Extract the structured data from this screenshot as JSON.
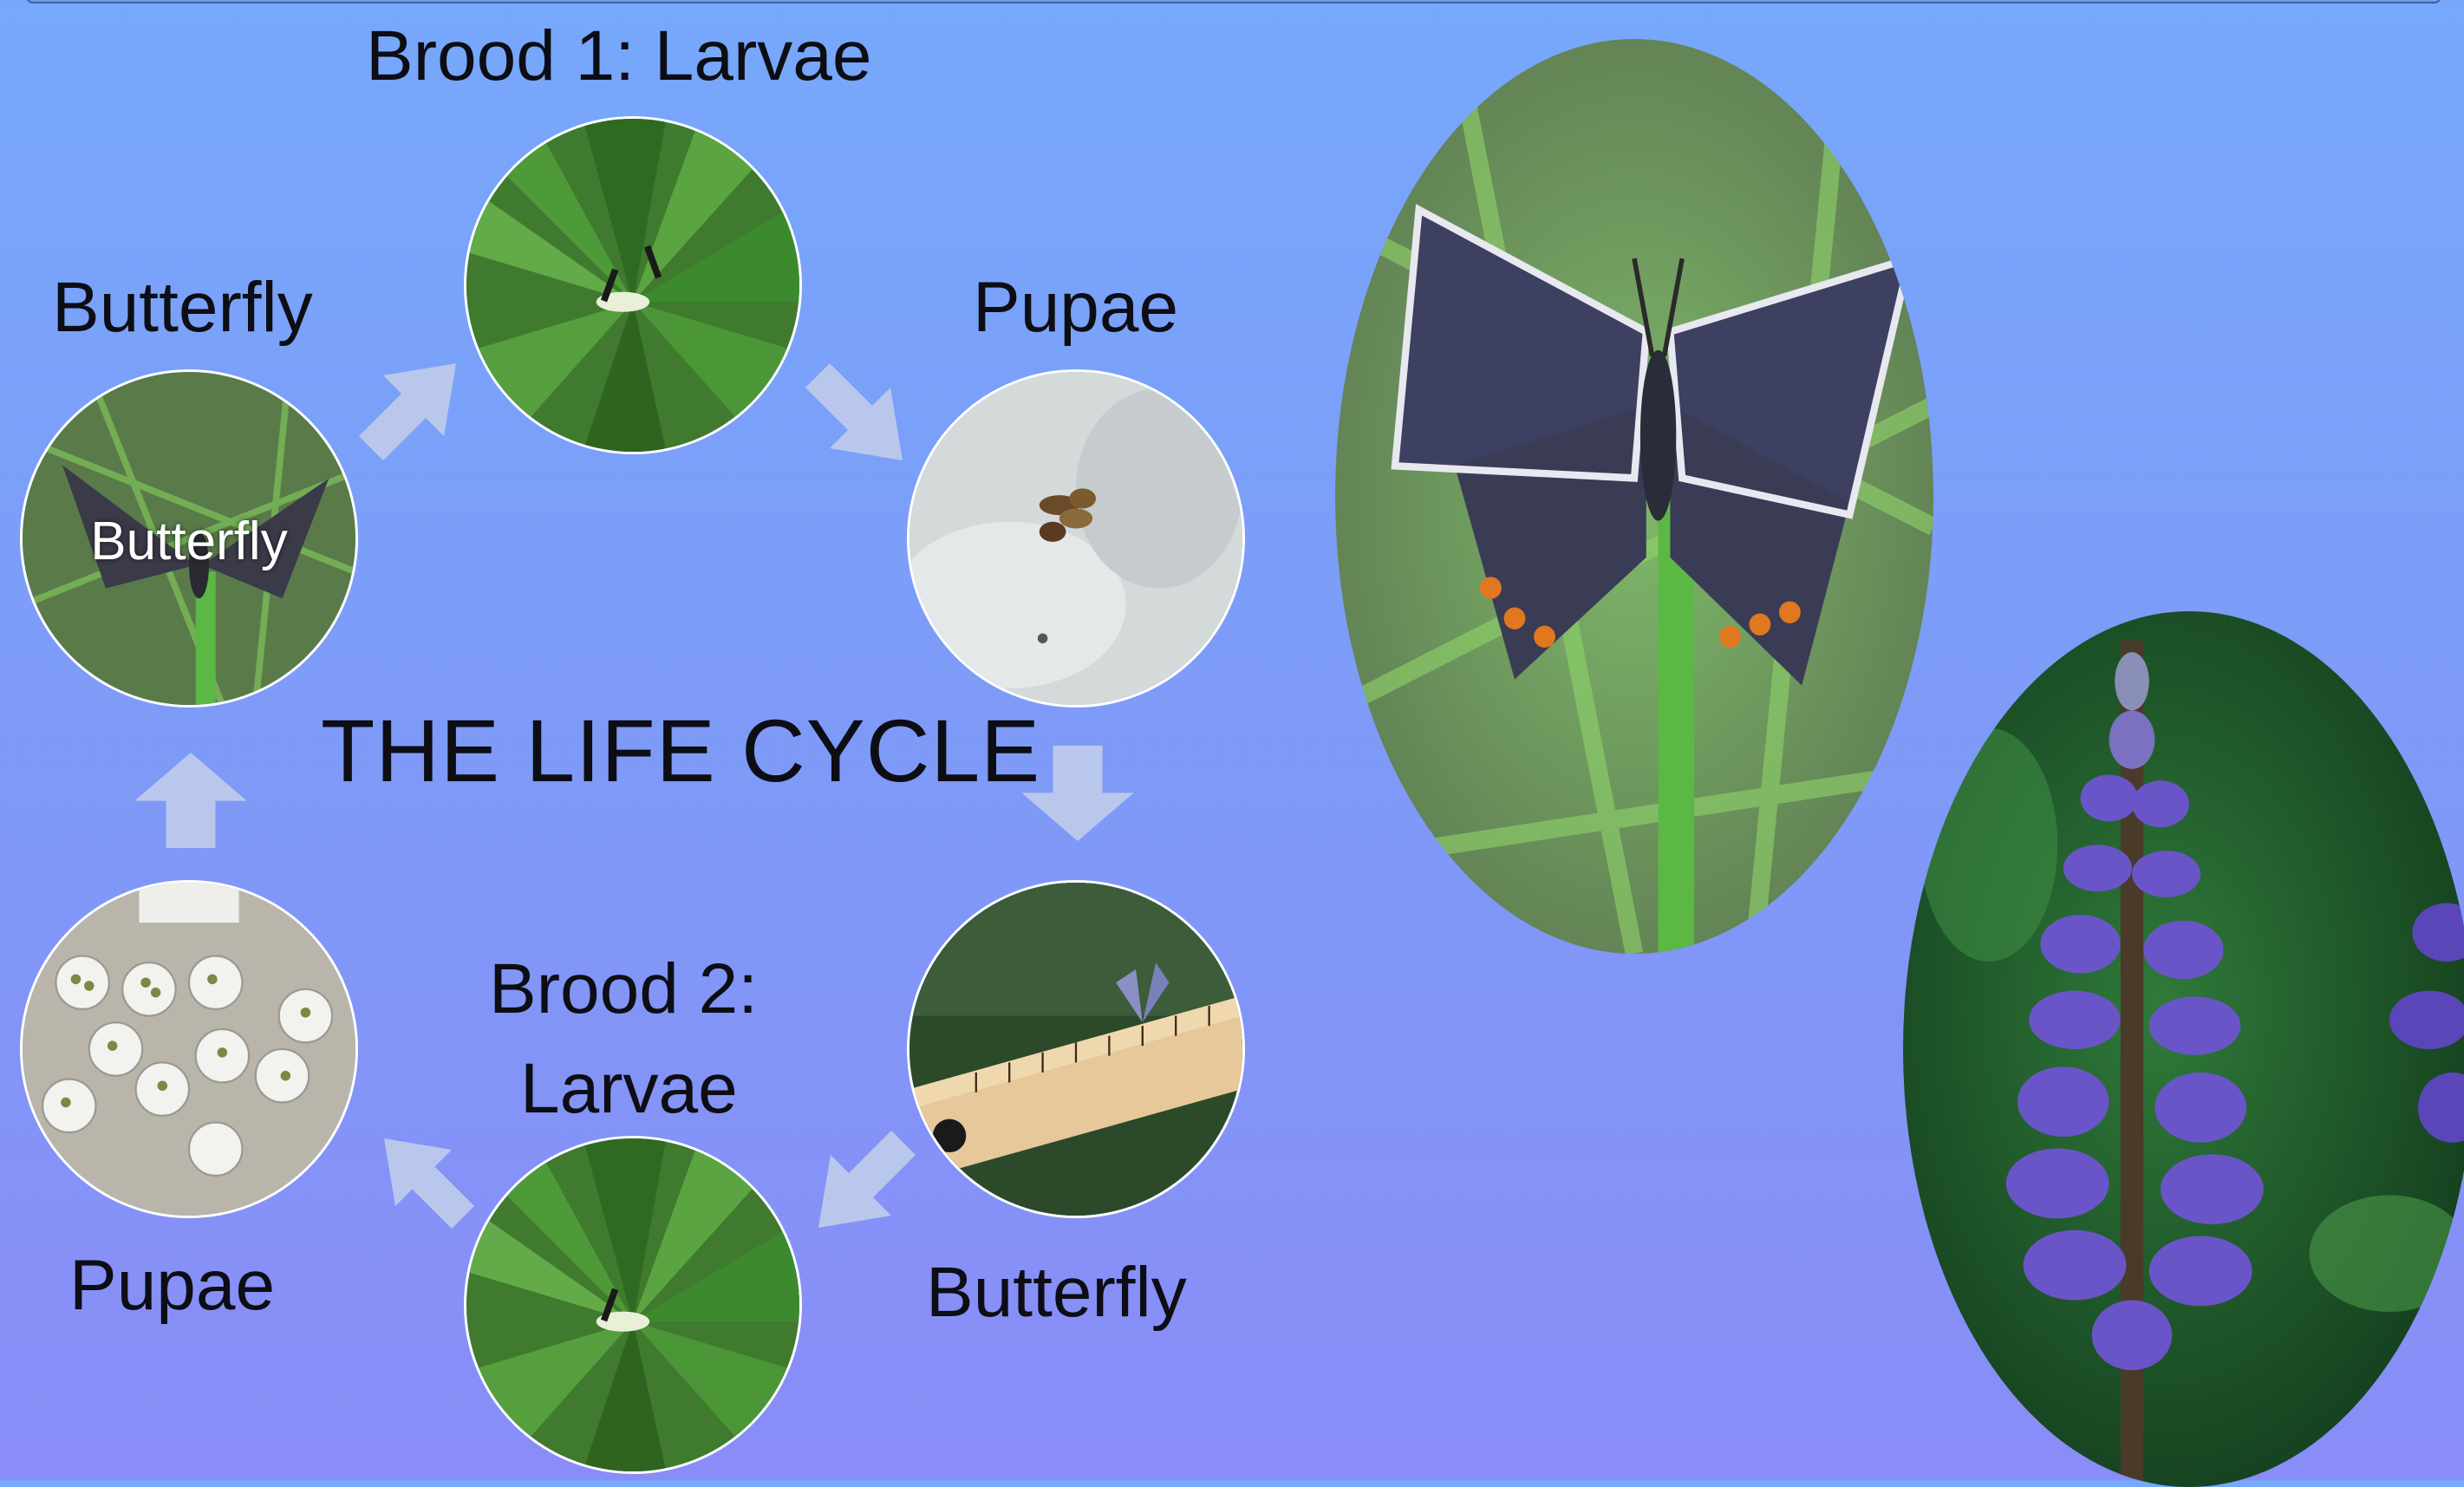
{
  "diagram": {
    "title": "THE LIFE CYCLE",
    "stages": [
      {
        "label": "Brood 1: Larvae"
      },
      {
        "label": "Pupae"
      },
      {
        "label": "Butterfly"
      },
      {
        "label_line1": "Brood 2:",
        "label_line2": "Larvae"
      },
      {
        "label": "Pupae"
      },
      {
        "label": "Butterfly",
        "overlay": "Butterfly"
      }
    ]
  },
  "colors": {
    "background_top": "#76a8fb",
    "background_bottom": "#8a8cf7",
    "arrow": "#b9c7ec",
    "text": "#0d0d14"
  }
}
